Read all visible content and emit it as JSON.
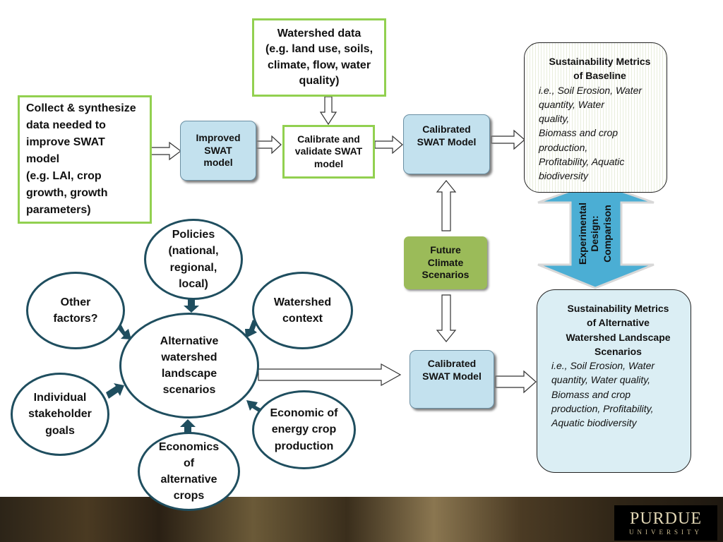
{
  "watershed_data": [
    "Watershed data",
    "(e.g. land use, soils,",
    "climate, flow, water",
    "quality)"
  ],
  "collect": [
    "Collect & synthesize",
    "data needed to",
    "improve SWAT",
    "model",
    "(e.g. LAI, crop",
    "growth, growth",
    "parameters)"
  ],
  "improved": [
    "Improved",
    "SWAT",
    "model"
  ],
  "calibrate": [
    "Calibrate and",
    "validate SWAT",
    "model"
  ],
  "calibrated_top": [
    "Calibrated",
    "SWAT Model"
  ],
  "calibrated_bottom": [
    "Calibrated",
    "SWAT Model"
  ],
  "future": [
    "Future",
    "Climate",
    "Scenarios"
  ],
  "metrics_baseline": {
    "heading": [
      "Sustainability Metrics",
      "of Baseline"
    ],
    "items": [
      "i.e., Soil Erosion, Water",
      "quantity, Water",
      "quality,",
      "Biomass and crop",
      "production,",
      "Profitability, Aquatic",
      "biodiversity"
    ]
  },
  "metrics_alt": {
    "heading": [
      "Sustainability Metrics",
      "of Alternative",
      "Watershed Landscape",
      "Scenarios"
    ],
    "items": [
      "i.e., Soil Erosion, Water",
      "quantity, Water quality,",
      "Biomass and crop",
      "production, Profitability,",
      "Aquatic biodiversity"
    ]
  },
  "experimental": [
    "Experimental",
    "Design:",
    "Comparison"
  ],
  "center_ellipse": [
    "Alternative",
    "watershed",
    "landscape",
    "scenarios"
  ],
  "policies": [
    "Policies",
    "(national,",
    "regional,",
    "local)"
  ],
  "other_factors": [
    "Other",
    "factors?"
  ],
  "watershed_context": [
    "Watershed",
    "context"
  ],
  "individual": [
    "Individual",
    "stakeholder",
    "goals"
  ],
  "economic_energy": [
    "Economic of",
    "energy crop",
    "production"
  ],
  "economics_alt": [
    "Economics",
    "of",
    "alternative",
    "crops"
  ],
  "logo": {
    "name": "PURDUE",
    "sub": "UNIVERSITY"
  },
  "colors": {
    "green_border": "#92d050",
    "blue_fill": "#c3e1ee",
    "future_fill": "#9bbb59",
    "ellipse_border": "#1f4e5f",
    "big_arrow": "#4baed4"
  }
}
